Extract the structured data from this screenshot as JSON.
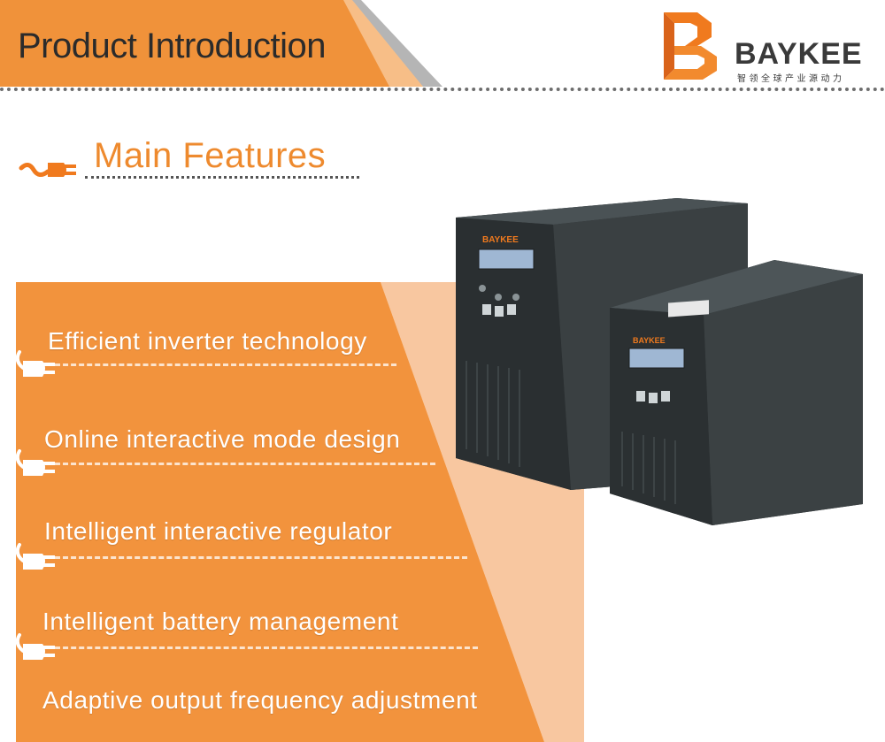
{
  "header": {
    "title": "Product Introduction",
    "colors": {
      "banner_orange": "#F0923A",
      "banner_light": "#F7BE87",
      "banner_gray": "#B5B5B5"
    }
  },
  "logo": {
    "name": "BAYKEE",
    "tagline": "智领全球产业源动力",
    "colors": {
      "mark_orange": "#F07A1E",
      "text": "#3A3A3A"
    }
  },
  "features": {
    "heading": "Main Features",
    "heading_icon": "plug-icon",
    "items": [
      {
        "label": "Efficient inverter technology",
        "icon": "plug-icon"
      },
      {
        "label": "Online interactive mode design",
        "icon": "plug-icon"
      },
      {
        "label": "Intelligent interactive regulator",
        "icon": "plug-icon"
      },
      {
        "label": "Intelligent battery management",
        "icon": "plug-icon"
      },
      {
        "label": "Adaptive output frequency adjustment",
        "icon": ""
      }
    ],
    "colors": {
      "panel_orange": "#F2933D",
      "panel_peach": "#F8C7A0",
      "text": "#FFFFFF"
    }
  },
  "product_image": {
    "unit_large_brand": "BAYKEE",
    "unit_small_brand": "BAYKEE",
    "colors": {
      "body": "#2F3436",
      "screen": "#9FB7D3"
    }
  }
}
